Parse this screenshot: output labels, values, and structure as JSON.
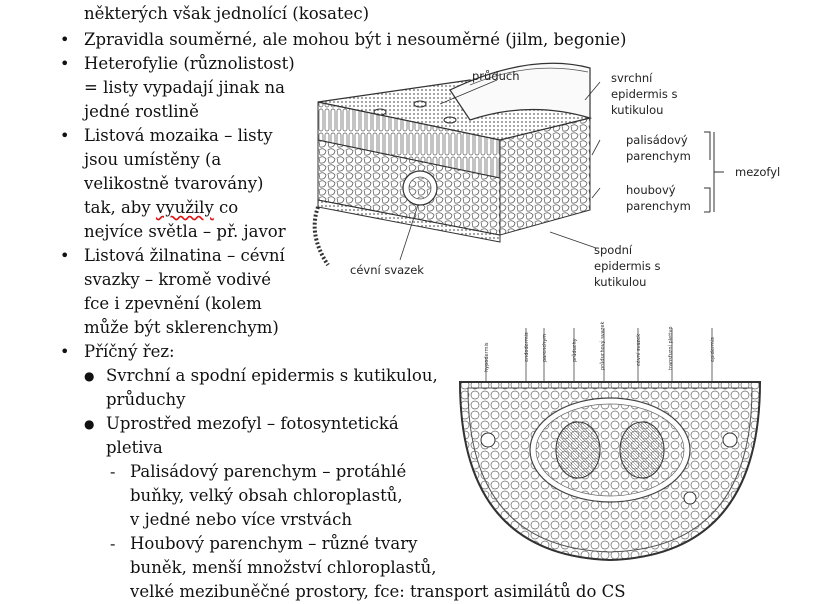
{
  "text": {
    "line_top": "některých však jednolící (kosatec)",
    "b1": "Zpravidla souměrné, ale mohou být i nesouměrné (jilm, begonie)",
    "b2_l1": "Heterofylie (různolistost)",
    "b2_l2": "= listy vypadají jinak na",
    "b2_l3": "jedné rostlině",
    "b3_l1": "Listová mozaika – listy",
    "b3_l2": "jsou umístěny (a",
    "b3_l3": "velikostně tvarovány)",
    "b3_l4a": "tak, aby ",
    "b3_l4b": "využily",
    "b3_l4c": " co",
    "b3_l5": "nejvíce světla – př. javor",
    "b4_l1": "Listová žilnatina – cévní",
    "b4_l2": "svazky – kromě vodivé",
    "b4_l3": "fce i zpevnění (kolem",
    "b4_l4": "může být sklerenchym)",
    "b5": "Příčný řez:",
    "s1_l1": "Svrchní a spodní epidermis s kutikulou,",
    "s1_l2": "průduchy",
    "s2_l1": "Uprostřed mezofyl – fotosyntetická",
    "s2_l2": "pletiva",
    "d1_l1": "Palisádový parenchym – protáhlé",
    "d1_l2": "buňky, velký obsah chloroplastů,",
    "d1_l3": "v jedné nebo více vrstvách",
    "d2_l1": "Houbový parenchym – různé tvary",
    "d2_l2": "buněk, menší množství chloroplastů,",
    "d2_l3": "velké mezibuněčné prostory, fce: transport asimilátů do CS"
  },
  "leaf_labels": {
    "pruduch": "průduch",
    "svrchni1": "svrchní",
    "svrchni2": "epidermis s",
    "svrchni3": "kutikulou",
    "palis1": "palisádový",
    "palis2": "parenchym",
    "houb1": "houbový",
    "houb2": "parenchym",
    "mezofyl": "mezofyl",
    "cevni": "cévní svazek",
    "spodni1": "spodní",
    "spodni2": "epidermis s",
    "spodni3": "kutikulou"
  },
  "section_labels": {
    "l1": "hypodermis",
    "l2": "endodermis",
    "l3": "parenchym",
    "l4": "průduchy",
    "l5": "průduchový svazek",
    "l6": "cévní svazek",
    "l7": "transfuzní pletivo",
    "l8": "epidermis"
  },
  "bullets": {
    "square": "•",
    "round": "●",
    "dash": "-"
  }
}
